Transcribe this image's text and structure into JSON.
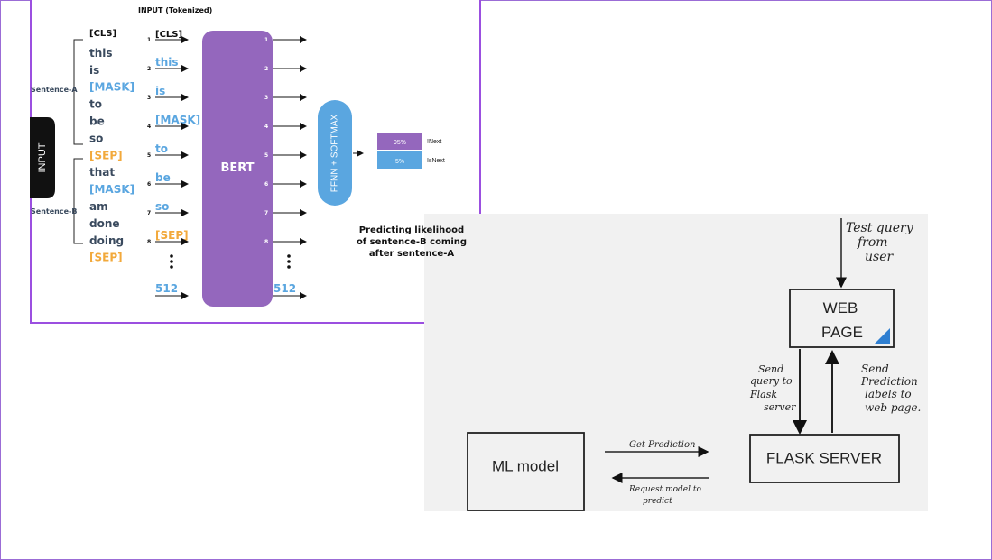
{
  "bert": {
    "header": "INPUT (Tokenized)",
    "input_label": "INPUT",
    "sentence_a_label": "Sentence-A",
    "sentence_b_label": "Sentence-B",
    "left_words": [
      {
        "text": "[CLS]",
        "color": "#111111"
      },
      {
        "text": "this",
        "color": "#3a4a5e"
      },
      {
        "text": "is",
        "color": "#3a4a5e"
      },
      {
        "text": "[MASK]",
        "color": "#5aa6e0"
      },
      {
        "text": "to",
        "color": "#3a4a5e"
      },
      {
        "text": "be",
        "color": "#3a4a5e"
      },
      {
        "text": "so",
        "color": "#3a4a5e"
      },
      {
        "text": "[SEP]",
        "color": "#f2a93b"
      },
      {
        "text": "that",
        "color": "#3a4a5e"
      },
      {
        "text": "[MASK]",
        "color": "#5aa6e0"
      },
      {
        "text": "am",
        "color": "#3a4a5e"
      },
      {
        "text": "done",
        "color": "#3a4a5e"
      },
      {
        "text": "doing",
        "color": "#3a4a5e"
      },
      {
        "text": "[SEP]",
        "color": "#f2a93b"
      }
    ],
    "tokens": [
      {
        "num": "1",
        "text": "[CLS]",
        "color": "#111111"
      },
      {
        "num": "2",
        "text": "this",
        "color": "#5aa6e0"
      },
      {
        "num": "3",
        "text": "is",
        "color": "#5aa6e0"
      },
      {
        "num": "4",
        "text": "[MASK]",
        "color": "#5aa6e0"
      },
      {
        "num": "5",
        "text": "to",
        "color": "#5aa6e0"
      },
      {
        "num": "6",
        "text": "be",
        "color": "#5aa6e0"
      },
      {
        "num": "7",
        "text": "so",
        "color": "#5aa6e0"
      },
      {
        "num": "8",
        "text": "[SEP]",
        "color": "#f2a93b"
      }
    ],
    "last_token": "512",
    "output_nums": [
      "1",
      "2",
      "3",
      "4",
      "5",
      "6",
      "7",
      "8"
    ],
    "last_output": "512",
    "bert_label": "BERT",
    "ffnn_label": "FFNN + SOFTMAX",
    "prob_not_next": "95%",
    "prob_is_next": "5%",
    "label_not_next": "!Next",
    "label_is_next": "IsNext",
    "caption_lines": [
      "Predicting likelihood",
      "of sentence-B coming",
      "after sentence-A"
    ],
    "colors": {
      "bert": "#9467bd",
      "ffnn": "#5aa6e0",
      "not_next": "#9467bd",
      "is_next": "#5aa6e0",
      "input_box": "#111111"
    }
  },
  "flask": {
    "test_query_lines": [
      "Test query",
      "from",
      "user"
    ],
    "web_page_lines": [
      "WEB",
      "PAGE"
    ],
    "send_query_lines": [
      "Send",
      "query to",
      "Flask",
      "server"
    ],
    "send_prediction_lines": [
      "Send",
      "Prediction",
      "labels to",
      "web page."
    ],
    "flask_server_label": "FLASK SERVER",
    "ml_model_label": "ML model",
    "get_prediction_label": "Get Prediction",
    "request_model_lines": [
      "Request model to",
      "predict"
    ],
    "colors": {
      "corner_triangle": "#2f7fd1"
    }
  }
}
